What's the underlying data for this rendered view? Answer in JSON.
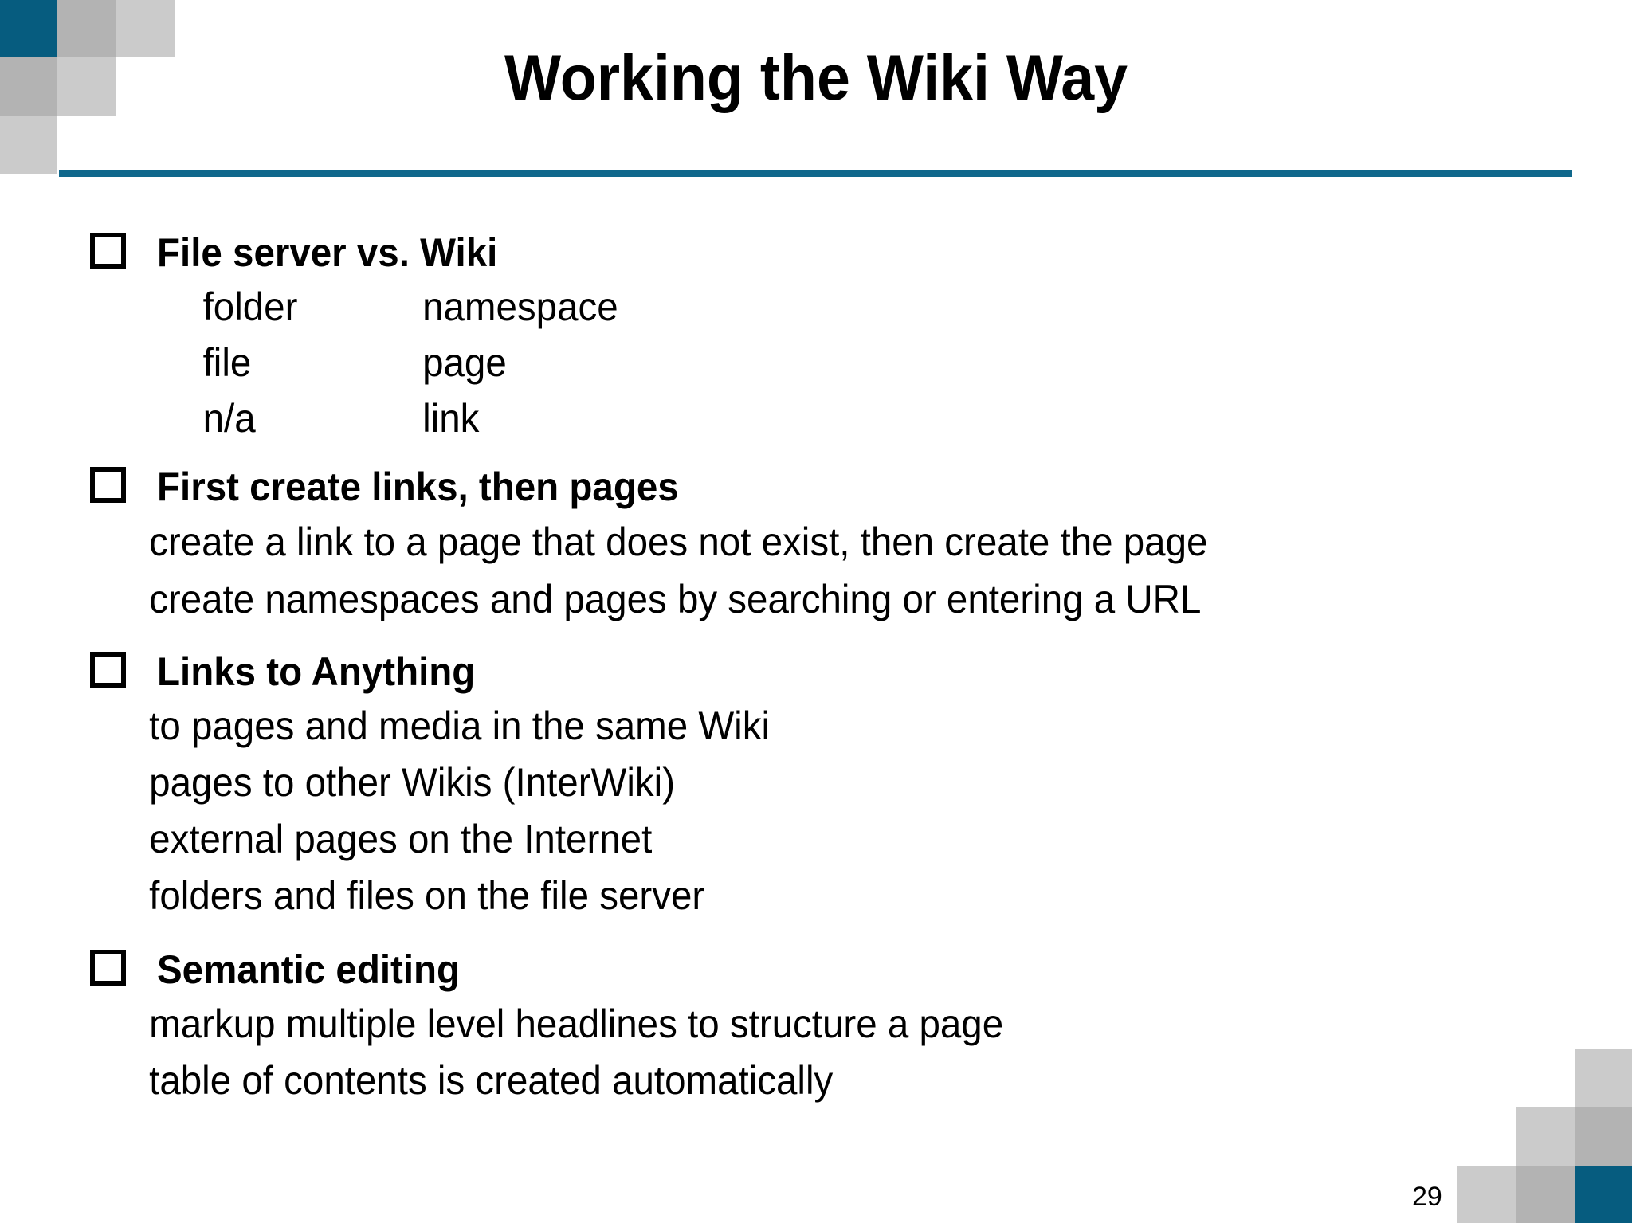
{
  "slide": {
    "title": "Working the Wiki Way",
    "page_number": "29",
    "accent_color": "#10688C",
    "corner_teal": "#065C7F",
    "corner_gray_dark": "#b3b3b3",
    "corner_gray_light": "#cbcbcb",
    "bullet_glyph_name": "checkbox-square-bullet"
  },
  "sections": [
    {
      "heading": "File server vs. Wiki",
      "layout": "two-column",
      "rows": [
        {
          "left": "folder",
          "right": "namespace"
        },
        {
          "left": "file",
          "right": "page"
        },
        {
          "left": "n/a",
          "right": "link"
        }
      ]
    },
    {
      "heading": "First create links, then pages",
      "layout": "lines",
      "lines": [
        "create a link to a page that does not exist, then create the page",
        "create namespaces and pages by searching or entering a URL"
      ]
    },
    {
      "heading": "Links to Anything",
      "layout": "lines",
      "lines": [
        "to pages and media in the same Wiki",
        "pages to other Wikis (InterWiki)",
        "external pages on the Internet",
        "folders and files on the file server"
      ]
    },
    {
      "heading": "Semantic editing",
      "layout": "lines",
      "lines": [
        "markup multiple level headlines to structure a page",
        "table of contents is created automatically"
      ]
    }
  ]
}
